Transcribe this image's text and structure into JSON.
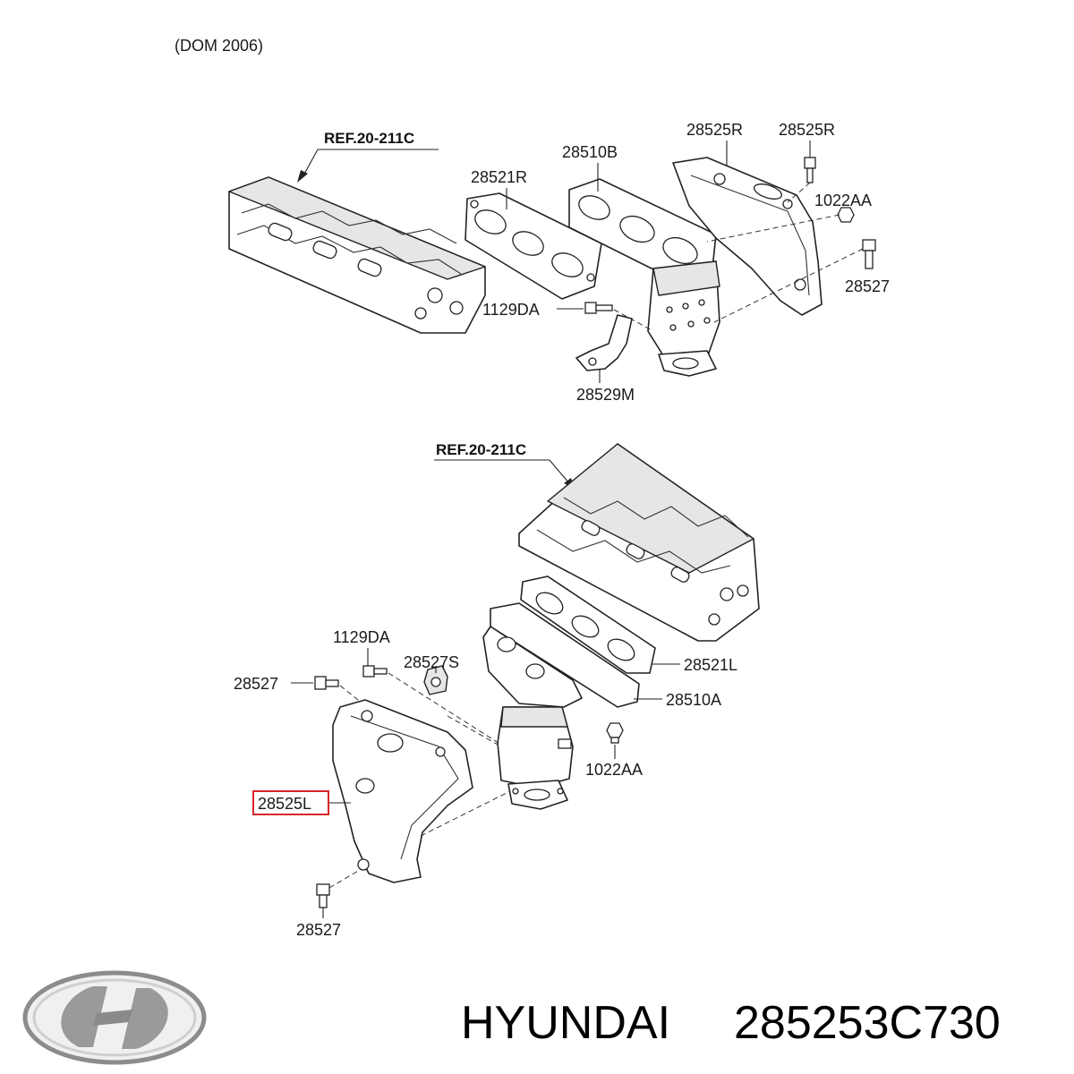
{
  "header": {
    "dom_note": "(DOM 2006)"
  },
  "upper": {
    "ref": "REF.20-211C",
    "labels": {
      "gasket": "28521R",
      "manifold": "28510B",
      "heat_shield": "28525R",
      "shield_bolt": "28525R",
      "nut": "1022AA",
      "bolt": "28527",
      "stud": "1129DA",
      "bracket": "28529M"
    }
  },
  "lower": {
    "ref": "REF.20-211C",
    "labels": {
      "stud": "1129DA",
      "spacer": "28527S",
      "bolt_top": "28527",
      "gasket": "28521L",
      "manifold": "28510A",
      "nut": "1022AA",
      "heat_shield_highlight": "28525L",
      "bolt_bottom": "28527"
    }
  },
  "footer": {
    "brand": "HYUNDAI",
    "part_number": "285253C730",
    "logo_icon": "hyundai-logo-icon"
  },
  "colors": {
    "highlight": "#d6262a",
    "line": "#222222",
    "shade": "#e6e6e6"
  }
}
